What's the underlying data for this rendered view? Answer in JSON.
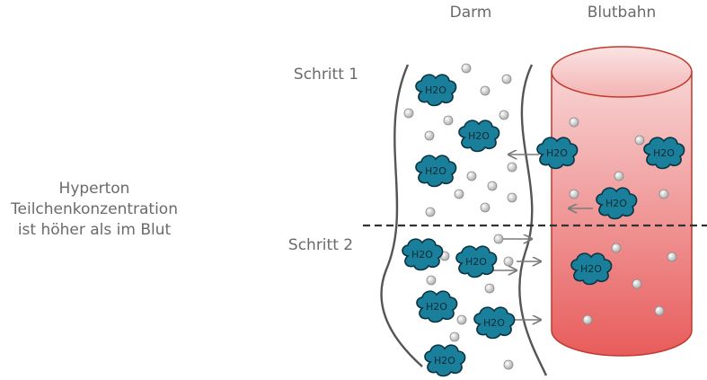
{
  "labels": {
    "darm": "Darm",
    "blutbahn": "Blutbahn",
    "schritt1": "Schritt 1",
    "schritt2": "Schritt 2",
    "description": [
      "Hyperton",
      "Teilchenkonzentration",
      "ist höher als im Blut"
    ]
  },
  "molecule_label": "H2O",
  "colors": {
    "text": "#6a6a6a",
    "wall": "#555555",
    "cloud_fill": "#1a7f9a",
    "cloud_stroke": "#0a3441",
    "vessel_top": "#f6c9c9",
    "vessel_bottom": "#e85a5a",
    "vessel_stroke": "#c0392b",
    "particle": "#c8c8c8",
    "arrow": "#7a7a7a",
    "divider": "#333333"
  }
}
